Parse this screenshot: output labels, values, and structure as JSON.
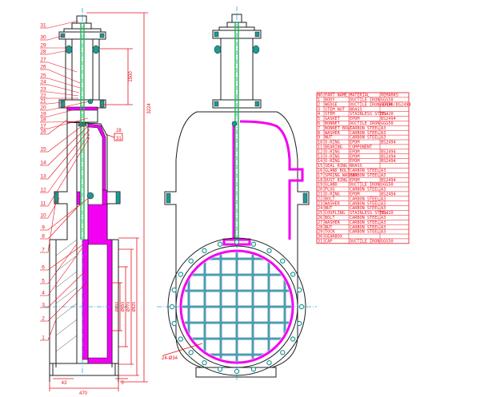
{
  "colors": {
    "outline": "#1b1f22",
    "dimension": "#e8101c",
    "body_fill": "#f200f2",
    "bolt": "#1c9a93",
    "centerline": "#2aa7d9",
    "stem": "#26b34a",
    "grid": "#4d9cb4"
  },
  "callouts": [
    "1",
    "2",
    "3",
    "4",
    "5",
    "6",
    "7",
    "8",
    "9",
    "10",
    "11",
    "12",
    "13",
    "14",
    "15",
    "16",
    "17",
    "18",
    "19",
    "20",
    "21",
    "22",
    "23",
    "24",
    "25",
    "26",
    "27",
    "28",
    "29",
    "30",
    "31"
  ],
  "dimensions": {
    "top_travel": "1500",
    "overall_height": "3224",
    "dia_inner": "Ø600",
    "dia_raised": "Ø650",
    "dia_pcd": "Ø770",
    "dia_outer": "Ø825",
    "bottom_offset": "43",
    "face_to_face": "470",
    "flange_thk": "5",
    "bolt_holes": "24-Ø34",
    "side_label_top": "28",
    "side_label_bot": "31"
  },
  "parts_table": {
    "headers": [
      "NO",
      "PART NAME",
      "MATERIAL",
      "REMARKS"
    ],
    "rows": [
      [
        "1",
        "BODY",
        "DUCTILE IRON",
        "GGG50"
      ],
      [
        "2",
        "WEDGE",
        "DUCTILE IRON/EPDM",
        "GGG50/BS2494"
      ],
      [
        "3",
        "STEM NUT",
        "BRASS",
        ""
      ],
      [
        "4",
        "STEM",
        "STAINLESS STEEL",
        "SS420"
      ],
      [
        "5",
        "GASKET",
        "EPDM",
        "BS2494"
      ],
      [
        "6",
        "BONNET",
        "DUCTILE IRON",
        "GGG50"
      ],
      [
        "7",
        "BONNET BOLT",
        "CARBON STEEL",
        "A3"
      ],
      [
        "8",
        "WASHER",
        "CARBON STEEL",
        "A3"
      ],
      [
        "9",
        "NUT",
        "CARBON STEEL",
        "A3"
      ],
      [
        "10",
        "O-RING",
        "EPDM",
        "BS2494"
      ],
      [
        "11",
        "BEARING",
        "COMPONENT",
        ""
      ],
      [
        "12",
        "O-RING",
        "EPDM",
        "BS2494"
      ],
      [
        "13",
        "O-RING",
        "EPDM",
        "BS2494"
      ],
      [
        "14",
        "O-RING",
        "EPDM",
        "BS2494"
      ],
      [
        "15",
        "SEAL RING",
        "BRASS",
        ""
      ],
      [
        "16",
        "GLAND BOLT",
        "CARBON STEEL",
        "A3"
      ],
      [
        "17",
        "SPRING WASHER",
        "CARBON STEEL",
        "A3"
      ],
      [
        "18",
        "DUST RING",
        "EPDM",
        "BS2494"
      ],
      [
        "19",
        "GLAND",
        "DUCTILE IRON",
        "GGG50"
      ],
      [
        "20",
        "PLUG",
        "CARBON STEEL",
        "A3"
      ],
      [
        "21",
        "O-RING",
        "EPDM",
        "BS2494"
      ],
      [
        "22",
        "BOLT",
        "CARBON STEEL",
        "A3"
      ],
      [
        "23",
        "WASHER",
        "CARBON STEEL",
        "A3"
      ],
      [
        "24",
        "NUT",
        "CARBON STEEL",
        "A3"
      ],
      [
        "25",
        "COUPLING",
        "STAINLESS STEEL",
        "SS420"
      ],
      [
        "26",
        "BOLT",
        "CARBON STEEL",
        "A3"
      ],
      [
        "27",
        "WASHER",
        "CARBON STEEL",
        "A3"
      ],
      [
        "28",
        "NUT",
        "CARBON STEEL",
        "A3"
      ],
      [
        "29",
        "TOCK",
        "CARBON STEEL",
        "A3"
      ],
      [
        "30",
        "GEARBOX",
        "",
        ""
      ],
      [
        "31",
        "CAP",
        "DUCTILE IRON",
        "GGG50"
      ]
    ]
  }
}
